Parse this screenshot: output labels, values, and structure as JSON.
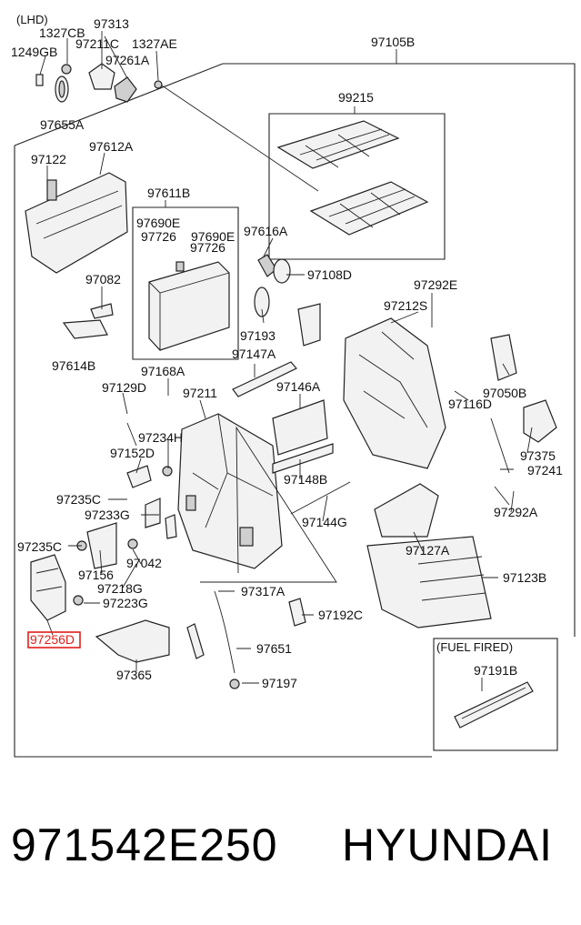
{
  "diagram": {
    "variant": "(LHD)",
    "fuel_fired_label": "(FUEL FIRED)",
    "highlight_color": "#e0201c",
    "labels": {
      "p97313": "97313",
      "p1327cb": "1327CB",
      "p97211c": "97211C",
      "p1249gb": "1249GB",
      "p97261a": "97261A",
      "p1327ae": "1327AE",
      "p97105b": "97105B",
      "p97655a": "97655A",
      "p99215": "99215",
      "p97122": "97122",
      "p97612a": "97612A",
      "p97611b": "97611B",
      "p97690e_1": "97690E",
      "p97726_1": "97726",
      "p97690e_2": "97690E",
      "p97726_2": "97726",
      "p97616a": "97616A",
      "p97108d": "97108D",
      "p97082": "97082",
      "p97292e": "97292E",
      "p97212s": "97212S",
      "p97193": "97193",
      "p97614b": "97614B",
      "p97147a": "97147A",
      "p97168a": "97168A",
      "p97050b": "97050B",
      "p97129d": "97129D",
      "p97211": "97211",
      "p97146a": "97146A",
      "p97116d": "97116D",
      "p97234h": "97234H",
      "p97152d": "97152D",
      "p97375": "97375",
      "p97241": "97241",
      "p97148b": "97148B",
      "p97235c_1": "97235C",
      "p97233g": "97233G",
      "p97144g": "97144G",
      "p97292a": "97292A",
      "p97235c_2": "97235C",
      "p97127a": "97127A",
      "p97156": "97156",
      "p97042": "97042",
      "p97123b": "97123B",
      "p97218g": "97218G",
      "p97223g": "97223G",
      "p97317a": "97317A",
      "p97192c": "97192C",
      "p97256d": "97256D",
      "p97651": "97651",
      "p97191b": "97191B",
      "p97365": "97365",
      "p97197": "97197"
    }
  },
  "footer": {
    "part_number": "971542E250",
    "brand": "HYUNDAI"
  }
}
